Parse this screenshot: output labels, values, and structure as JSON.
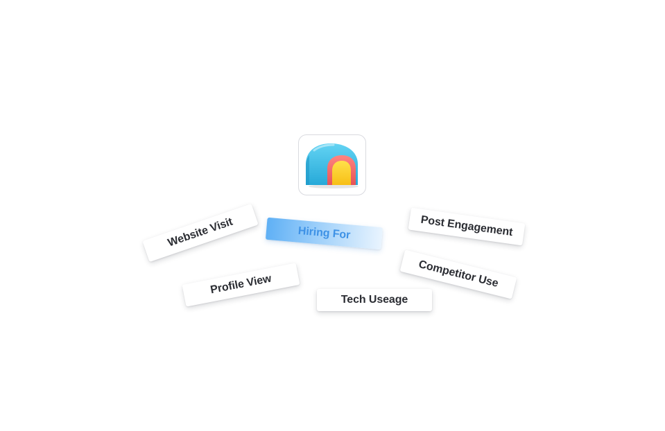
{
  "logo": {
    "icon": "arch-icon",
    "colors": {
      "outer_arch": "#3fc0e8",
      "middle_arch": "#f26d6d",
      "inner_arch": "#ffd12b",
      "tile_border": "#d9dadf"
    }
  },
  "signals": [
    {
      "label": "Website Visit",
      "highlighted": false
    },
    {
      "label": "Hiring For",
      "highlighted": true
    },
    {
      "label": "Post Engagement",
      "highlighted": false
    },
    {
      "label": "Profile View",
      "highlighted": false
    },
    {
      "label": "Competitor Use",
      "highlighted": false
    },
    {
      "label": "Tech Useage",
      "highlighted": false
    }
  ],
  "colors": {
    "chip_text": "#2b2d33",
    "highlight_text": "#3e92e6",
    "highlight_gradient_start": "#5fb0f5",
    "highlight_gradient_end": "#e9f4fe"
  }
}
